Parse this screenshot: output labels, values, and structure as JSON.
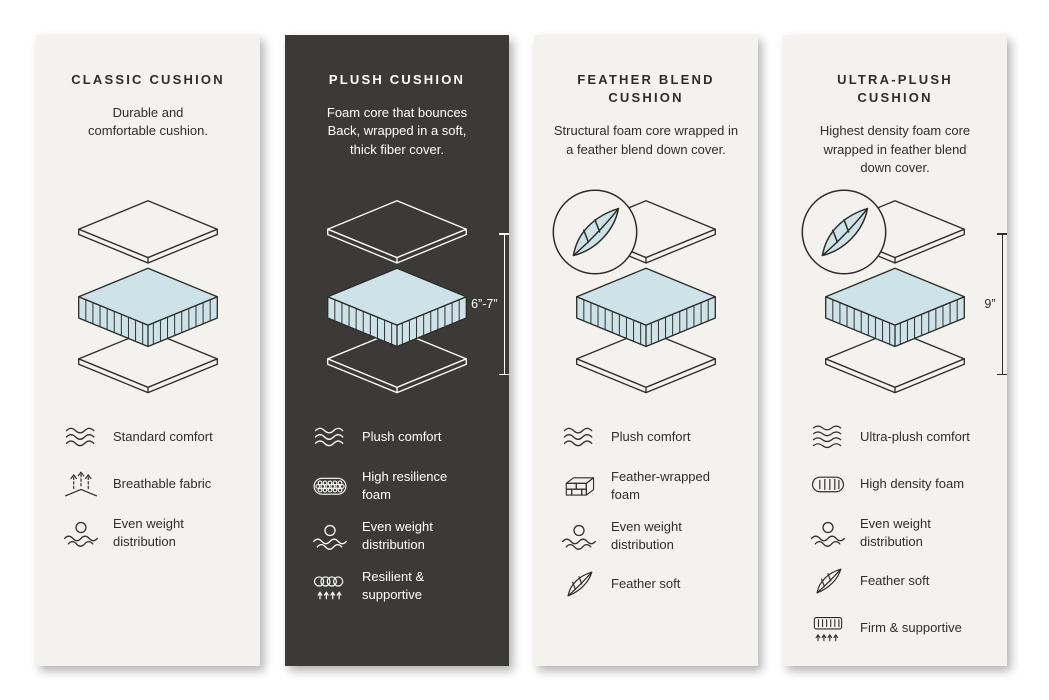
{
  "colors": {
    "card_light": "#f4f2ef",
    "card_dark": "#3b3a38",
    "foam_blue": "#cde3e7",
    "text_dark": "#2e2d2b",
    "text_light": "#ffffff"
  },
  "cards": [
    {
      "theme": "light",
      "title": "CLASSIC CUSHION",
      "description": "Durable and\ncomfortable cushion.",
      "illustration": "cushion-layer-stack",
      "feather_badge": false,
      "height_label": "",
      "features": [
        {
          "icon": "waves-comfort-icon",
          "label": "Standard comfort"
        },
        {
          "icon": "breathable-fabric-icon",
          "label": "Breathable fabric"
        },
        {
          "icon": "even-weight-icon",
          "label": "Even weight\ndistribution"
        }
      ]
    },
    {
      "theme": "dark",
      "title": "PLUSH CUSHION",
      "description": "Foam core that bounces\nBack, wrapped in a soft,\nthick fiber cover.",
      "illustration": "cushion-layer-stack",
      "feather_badge": false,
      "height_label": "6”-7”",
      "features": [
        {
          "icon": "waves-comfort-icon",
          "label": "Plush comfort"
        },
        {
          "icon": "honeycomb-foam-icon",
          "label": "High resilience\nfoam"
        },
        {
          "icon": "even-weight-icon",
          "label": "Even weight\ndistribution"
        },
        {
          "icon": "spring-support-icon",
          "label": "Resilient &\nsupportive"
        }
      ]
    },
    {
      "theme": "light",
      "title": "FEATHER BLEND\nCUSHION",
      "description": "Structural foam core wrapped in\na feather blend down cover.",
      "illustration": "cushion-layer-stack",
      "feather_badge": true,
      "height_label": "",
      "features": [
        {
          "icon": "waves-comfort-icon",
          "label": "Plush comfort"
        },
        {
          "icon": "brick-foam-icon",
          "label": "Feather-wrapped\nfoam"
        },
        {
          "icon": "even-weight-icon",
          "label": "Even weight\ndistribution"
        },
        {
          "icon": "feather-icon",
          "label": "Feather soft"
        }
      ]
    },
    {
      "theme": "light",
      "title": "ULTRA-PLUSH\nCUSHION",
      "description": "Highest density foam core\nwrapped in feather blend\ndown cover.",
      "illustration": "cushion-layer-stack",
      "feather_badge": true,
      "height_label": "9”",
      "features": [
        {
          "icon": "waves-comfort-icon",
          "label": "Ultra-plush comfort"
        },
        {
          "icon": "density-foam-icon",
          "label": "High density foam"
        },
        {
          "icon": "even-weight-icon",
          "label": "Even weight\ndistribution"
        },
        {
          "icon": "feather-icon",
          "label": "Feather soft"
        },
        {
          "icon": "firm-support-icon",
          "label": "Firm & supportive"
        }
      ]
    }
  ]
}
